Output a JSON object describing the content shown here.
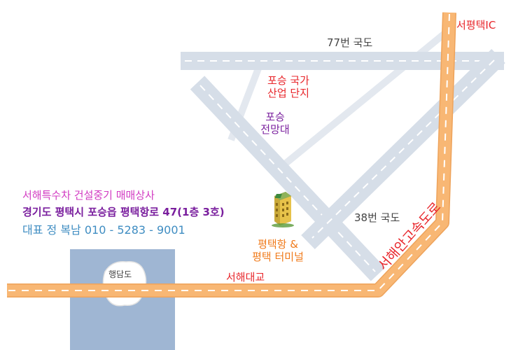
{
  "labels": {
    "route77": "77번 국도",
    "route38": "38번 국도",
    "seopyeongtaek_ic": "서평택IC",
    "poseung_industrial_line1": "포승 국가",
    "poseung_industrial_line2": "산업 단지",
    "poseung_observatory_line1": "포승",
    "poseung_observatory_line2": "전망대",
    "pyeongtaek_port_line1": "평택항 &",
    "pyeongtaek_port_line2": "평택 터미널",
    "seohae_bridge": "서해대교",
    "haengdamdo": "행담도",
    "expressway": "서해안고속도로"
  },
  "business": {
    "name": "서해특수차 건설중기 매매상사",
    "address": "경기도 평택시 포승읍 평택항로 47(1층 3호)",
    "contact": "대표 정 복남 010 - 5283 - 9001"
  },
  "colors": {
    "expressway": "#f8b774",
    "expressway_edge": "#eea35b",
    "national_road": "#d6dee8",
    "minor_road": "#e3e8ef",
    "island_water": "#9fb6d3",
    "label_red": "#e8262b",
    "label_purple": "#7a1f9e",
    "label_orange": "#f07a1a",
    "label_magenta": "#d23bc2",
    "label_blue": "#3f8dc2",
    "label_gray": "#444444"
  }
}
